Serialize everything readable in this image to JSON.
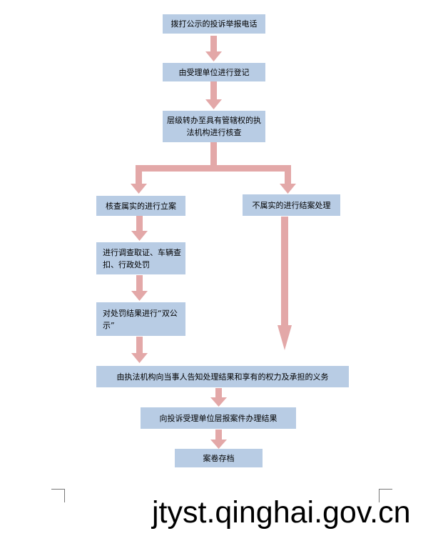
{
  "flowchart": {
    "steps": {
      "dial_hotline": "拨打公示的投诉举报电话",
      "register": "由受理单位进行登记",
      "transfer": "层级转办至具有管辖权的执法机构进行核查",
      "verified_file_case": "核查属实的进行立案",
      "investigate": "进行调查取证、车辆查扣、行政处罚",
      "double_publicity": "对处罚结果进行“双公示”",
      "not_verified": "不属实的进行结案处理",
      "notify_parties": "由执法机构向当事人告知处理结果和享有的权力及承担的义务",
      "report_result": "向投诉受理单位层报案件办理结果",
      "archive": "案卷存档"
    },
    "arrow_color": "#e3a8a8",
    "box_color": "#b8cce4"
  },
  "watermark": "jtyst.qinghai.gov.cn"
}
